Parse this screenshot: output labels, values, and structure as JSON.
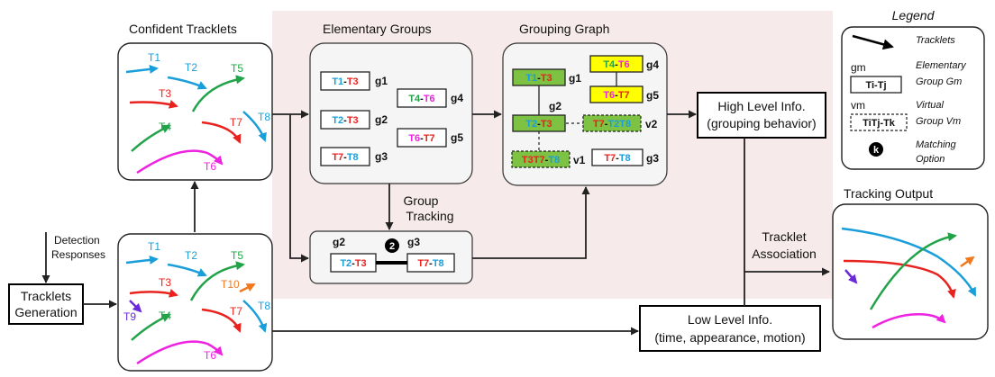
{
  "titles": {
    "confident": "Confident Tracklets",
    "elementary": "Elementary Groups",
    "grouping_graph": "Grouping Graph",
    "legend": "Legend",
    "tracking_output": "Tracking Output"
  },
  "labels": {
    "detection": "Detection",
    "responses": "Responses",
    "tracklets": "Tracklets",
    "generation": "Generation",
    "group": "Group",
    "tracking": "Tracking",
    "tracklet": "Tracklet",
    "association": "Association",
    "high1": "High Level Info.",
    "high2": "(grouping behavior)",
    "low1": "Low Level Info.",
    "low2": "(time, appearance, motion)"
  },
  "legend": {
    "tracklets": "Tracklets",
    "gm": "gm",
    "elem1": "Elementary",
    "elem2": "Group Gm",
    "titj": "Ti-Tj",
    "vm": "vm",
    "virt1": "Virtual",
    "virt2": "Group Vm",
    "titjtk": "TiTj-Tk",
    "k": "k",
    "match1": "Matching",
    "match2": "Option"
  },
  "tracklet_labels": {
    "T1": "T1",
    "T2": "T2",
    "T3": "T3",
    "T4": "T4",
    "T5": "T5",
    "T6": "T6",
    "T7": "T7",
    "T8": "T8",
    "T9": "T9",
    "T10": "T10"
  },
  "groups": {
    "g1": "g1",
    "g2": "g2",
    "g3": "g3",
    "g4": "g4",
    "g5": "g5",
    "v1": "v1",
    "v2": "v2",
    "two": "2"
  },
  "colors": {
    "T1": "#1a9ed9",
    "T2": "#1a9ed9",
    "T3": "#e8231f",
    "T4": "#22a34a",
    "T5": "#22a34a",
    "T6": "#ee22e0",
    "T7": "#e8231f",
    "T8": "#1a9ed9",
    "T9": "#6a2ad9",
    "T10": "#f07820",
    "panel": "#f7eceb"
  }
}
